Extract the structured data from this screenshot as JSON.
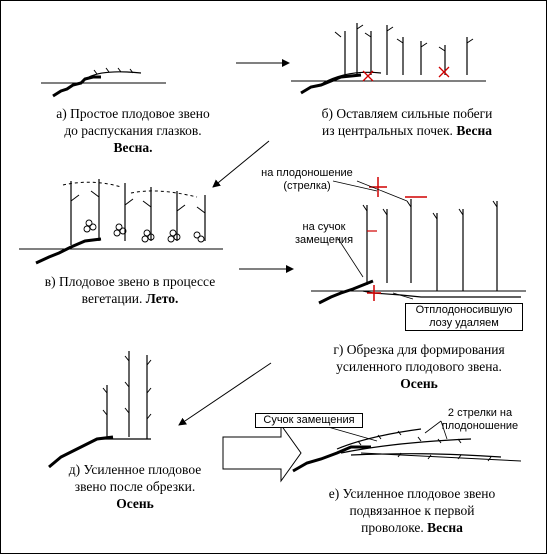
{
  "captions": {
    "a": {
      "l1": "а) Простое плодовое звено",
      "l2": "до распускания глазков.",
      "l3": "Весна."
    },
    "b": {
      "l1": "б) Оставляем сильные побеги",
      "l2a": "из центральных почек. ",
      "l2b": "Весна"
    },
    "c": {
      "l1": "в) Плодовое звено в процессе",
      "l2": "вегетации. ",
      "l2b": "Лето."
    },
    "d": {
      "l1": "г) Обрезка для формирования",
      "l2": "усиленного плодового звена.",
      "l3": "Осень"
    },
    "e": {
      "l1": "д) Усиленное плодовое",
      "l2": "звено после обрезки.",
      "l3": "Осень"
    },
    "f": {
      "l1": "е) Усиленное плодовое звено",
      "l2": "подвязанное к первой",
      "l3a": "проволоке.   ",
      "l3b": "Весна"
    }
  },
  "labels": {
    "fruiting": "на плодоношение",
    "arrow": "(стрелка)",
    "spur1": "на сучок",
    "spur2": "замещения",
    "old1": "Отплодоносившую",
    "old2": "лозу удаляем",
    "spur_e": "Сучок замещения",
    "two1": "2 стрелки на",
    "two2": "плодоношение"
  }
}
